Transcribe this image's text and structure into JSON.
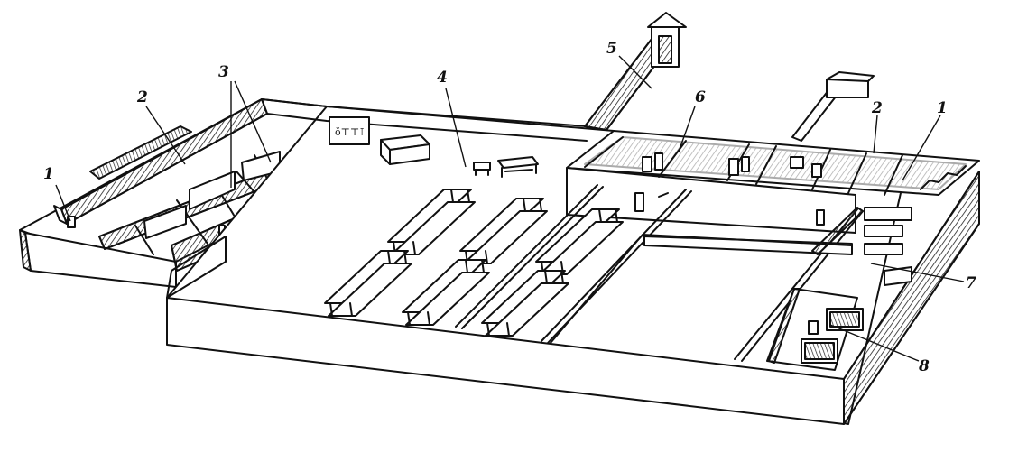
{
  "callouts": {
    "c1_left": "1",
    "c2_left": "2",
    "c3": "3",
    "c4": "4",
    "c5": "5",
    "c6": "6",
    "c2_right": "2",
    "c1_right": "1",
    "c7": "7",
    "c8": "8"
  },
  "colors": {
    "ink": "#111111",
    "hatch": "#222222",
    "paper": "#ffffff"
  }
}
